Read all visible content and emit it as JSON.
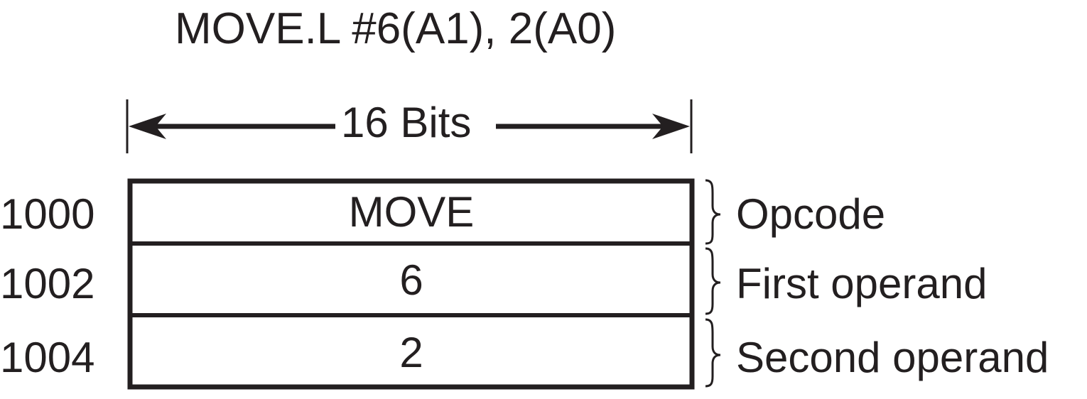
{
  "diagram": {
    "title": "MOVE.L #6(A1), 2(A0)",
    "width_label": "16 Bits",
    "words": [
      {
        "address": "1000",
        "content": "MOVE",
        "description": "Opcode"
      },
      {
        "address": "1002",
        "content": "6",
        "description": "First operand"
      },
      {
        "address": "1004",
        "content": "2",
        "description": "Second operand"
      }
    ],
    "colors": {
      "ink": "#231f20",
      "background": "#ffffff"
    }
  }
}
